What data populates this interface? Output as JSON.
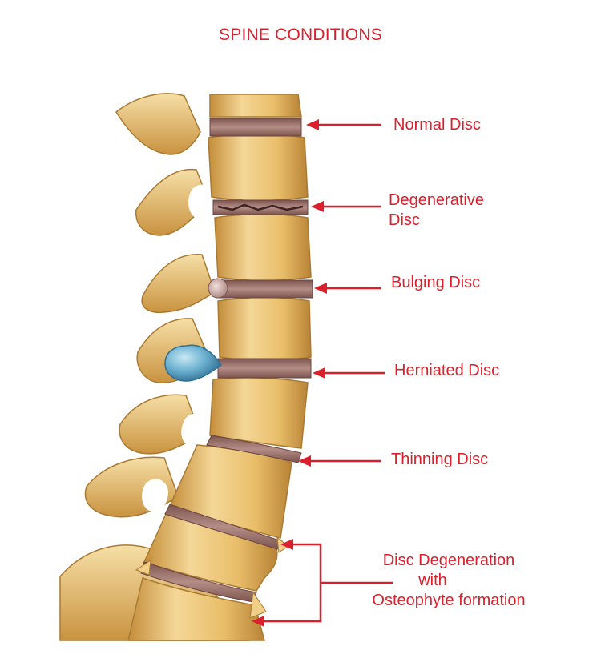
{
  "title": "SPINE CONDITIONS",
  "colors": {
    "label": "#d9202c",
    "bone": "#e8bf6a",
    "bone_highlight": "#f8e6b6",
    "bone_shadow": "#b6822f",
    "disc": "#9a7068",
    "herniation": "#5fa3c4"
  },
  "labels": {
    "normal": "Normal Disc",
    "degenerative_1": "Degenerative",
    "degenerative_2": "Disc",
    "bulging": "Bulging Disc",
    "herniated": "Herniated Disc",
    "thinning": "Thinning Disc",
    "osteo_1": "Disc Degeneration",
    "osteo_2": "with",
    "osteo_3": "Osteophyte formation"
  }
}
